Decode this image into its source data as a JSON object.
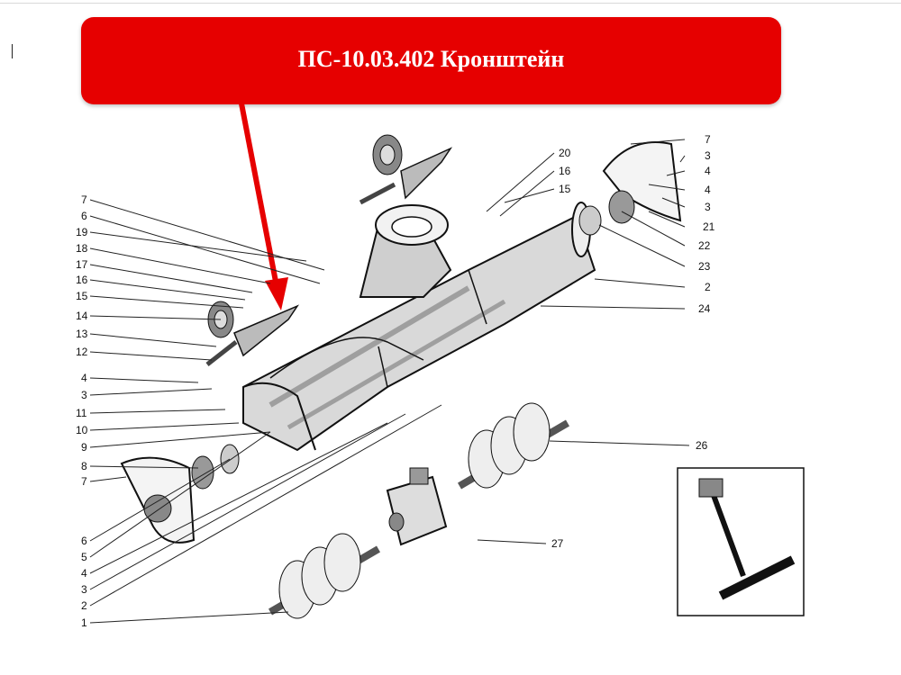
{
  "banner": {
    "title": "ПС-10.03.402 Кронштейн",
    "color": "#e60000"
  },
  "callouts_left": [
    "7",
    "6",
    "19",
    "18",
    "17",
    "16",
    "15",
    "14",
    "13",
    "12",
    "4",
    "3",
    "11",
    "10",
    "9",
    "8",
    "7",
    "6",
    "5",
    "4",
    "3",
    "2",
    "1"
  ],
  "callouts_right": [
    "7",
    "3",
    "4",
    "4",
    "3",
    "21",
    "22",
    "23",
    "2",
    "24",
    "20",
    "16",
    "15"
  ],
  "callouts_lower": [
    "26",
    "27"
  ]
}
